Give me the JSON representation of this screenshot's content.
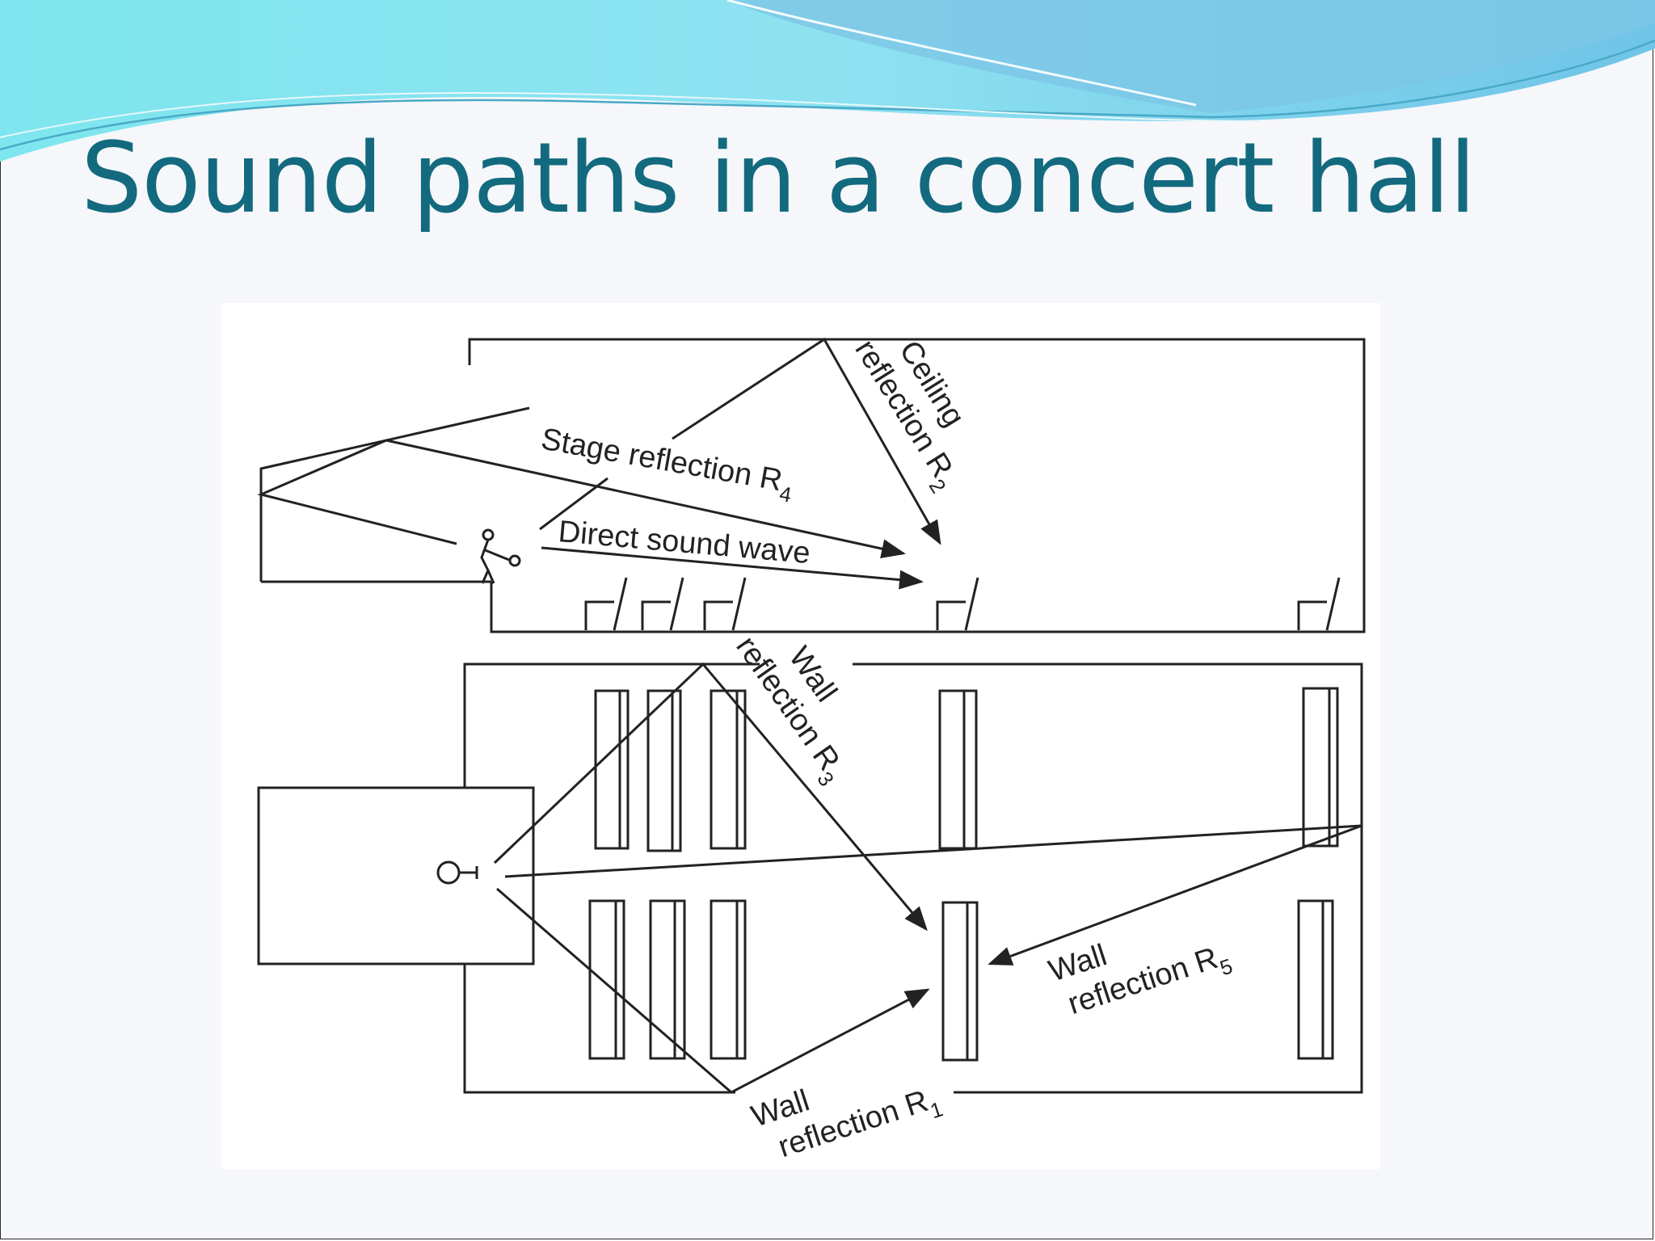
{
  "slide": {
    "title": "Sound paths in a concert hall"
  },
  "diagram": {
    "labels": {
      "ceiling": [
        "Ceiling",
        "reflection R",
        "2"
      ],
      "stage": [
        "Stage reflection R",
        "4"
      ],
      "direct": "Direct sound wave",
      "wall_r3": [
        "Wall",
        "reflection R",
        "3"
      ],
      "wall_r5": [
        "Wall",
        "reflection R",
        "5"
      ],
      "wall_r1": [
        "Wall",
        "reflection R",
        "1"
      ]
    }
  }
}
